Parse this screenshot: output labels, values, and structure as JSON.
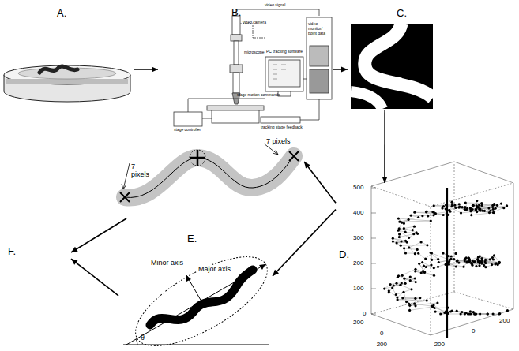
{
  "diagram": {
    "nodes": [
      {
        "text": [
          "A."
        ]
      },
      {
        "text": [
          "B.",
          "video signal",
          "video camera",
          "microscope",
          "PC tracking software",
          "stage motion commands",
          "video monitor/ point data",
          "stage controller",
          "tracking stage feedback"
        ]
      },
      {
        "text": [
          "C."
        ]
      },
      {
        "text": [
          "D."
        ]
      },
      {
        "text": [
          "7 pixels",
          "7 pixels"
        ]
      },
      {
        "text": [
          "Minor axis",
          "Major axis",
          "θ"
        ]
      },
      {
        "text": [
          "F."
        ]
      }
    ],
    "edges": [
      {
        "from": 0,
        "to": 1,
        "arrow": "to"
      },
      {
        "from": 1,
        "to": 2,
        "arrow": "to"
      },
      {
        "from": 2,
        "to": 3,
        "arrow": "to"
      },
      {
        "from": 3,
        "to": 4,
        "arrow": "to"
      },
      {
        "from": 3,
        "to": 5,
        "arrow": "to"
      },
      {
        "from": 4,
        "to": 6,
        "arrow": "to"
      },
      {
        "from": 5,
        "to": 6,
        "arrow": "to"
      }
    ],
    "labels": [
      "E.",
      "500",
      "400",
      "300",
      "200",
      "100",
      "0",
      "200",
      "0",
      "-200",
      "-200",
      "0",
      "200"
    ]
  }
}
